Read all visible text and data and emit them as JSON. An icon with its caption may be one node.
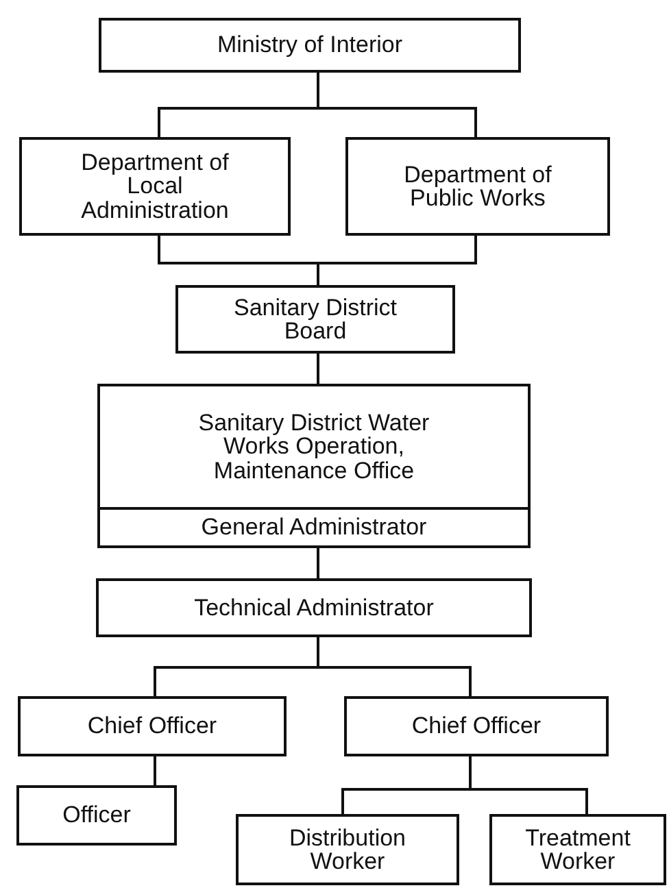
{
  "diagram": {
    "nodes": [
      {
        "text": [
          "Ministry of Interior"
        ]
      },
      {
        "text": [
          "Department of Local Administration"
        ]
      },
      {
        "text": [
          "Department of Public Works"
        ]
      },
      {
        "text": [
          "Sanitary District Board"
        ]
      },
      {
        "text": [
          "Sanitary District Water Works Operation, Maintenance Office",
          "General Administrator"
        ]
      },
      {
        "text": [
          "Technical Administrator"
        ]
      },
      {
        "text": [
          "Chief Officer"
        ]
      },
      {
        "text": [
          "Chief Officer"
        ]
      },
      {
        "text": [
          "Officer"
        ]
      },
      {
        "text": [
          "Distribution Worker"
        ]
      },
      {
        "text": [
          "Treatment Worker"
        ]
      }
    ],
    "edges": [
      {
        "from": 0,
        "to": 1,
        "arrow": "none"
      },
      {
        "from": 0,
        "to": 2,
        "arrow": "none"
      },
      {
        "from": 1,
        "to": 3,
        "arrow": "none"
      },
      {
        "from": 2,
        "to": 3,
        "arrow": "none"
      },
      {
        "from": 3,
        "to": 4,
        "arrow": "none"
      },
      {
        "from": 4,
        "to": 5,
        "arrow": "none"
      },
      {
        "from": 5,
        "to": 6,
        "arrow": "none"
      },
      {
        "from": 5,
        "to": 7,
        "arrow": "none"
      },
      {
        "from": 6,
        "to": 8,
        "arrow": "none"
      },
      {
        "from": 7,
        "to": 9,
        "arrow": "none"
      },
      {
        "from": 7,
        "to": 10,
        "arrow": "none"
      }
    ]
  }
}
